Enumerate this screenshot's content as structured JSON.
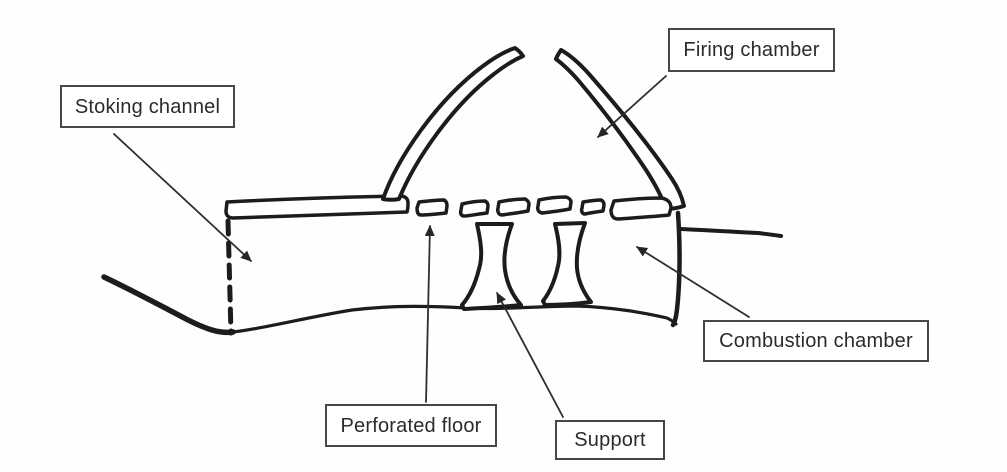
{
  "figure": {
    "type": "hand-drawn kiln cross-section diagram",
    "background_color": "#ffffff",
    "ink_color": "#1c1c1c",
    "leader_line_color": "#2e2e2e",
    "label_border_color": "#474747",
    "labels": {
      "stoking_channel": "Stoking channel",
      "firing_chamber": "Firing chamber",
      "perforated_floor": "Perforated floor",
      "support": "Support",
      "combustion_chamber": "Combustion chamber"
    }
  }
}
